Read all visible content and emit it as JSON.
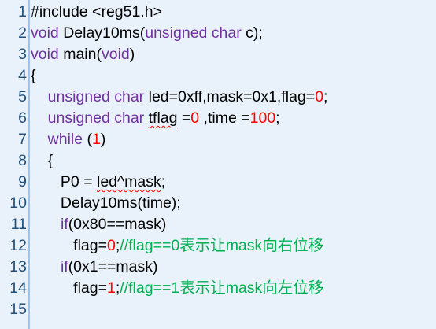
{
  "code": {
    "lines": [
      {
        "n": "1",
        "t": [
          {
            "c": "plain",
            "s": "#include <reg51.h>"
          }
        ]
      },
      {
        "n": "2",
        "t": [
          {
            "c": "kw",
            "s": "void"
          },
          {
            "c": "plain",
            "s": " Delay10ms("
          },
          {
            "c": "kw",
            "s": "unsigned char"
          },
          {
            "c": "plain",
            "s": " c);"
          }
        ]
      },
      {
        "n": "3",
        "t": [
          {
            "c": "kw",
            "s": "void"
          },
          {
            "c": "plain",
            "s": " main("
          },
          {
            "c": "kw",
            "s": "void"
          },
          {
            "c": "plain",
            "s": ")"
          }
        ]
      },
      {
        "n": "4",
        "t": [
          {
            "c": "plain",
            "s": "{"
          }
        ]
      },
      {
        "n": "5",
        "t": [
          {
            "c": "plain",
            "s": "    "
          },
          {
            "c": "kw",
            "s": "unsigned char"
          },
          {
            "c": "plain",
            "s": " led=0xff,mask=0x1,flag="
          },
          {
            "c": "num-lit",
            "s": "0"
          },
          {
            "c": "plain",
            "s": ";"
          }
        ]
      },
      {
        "n": "6",
        "t": [
          {
            "c": "plain",
            "s": "    "
          },
          {
            "c": "kw",
            "s": "unsigned char"
          },
          {
            "c": "plain",
            "s": " "
          },
          {
            "c": "squig",
            "s": "tflag"
          },
          {
            "c": "plain",
            "s": " ="
          },
          {
            "c": "num-lit",
            "s": "0"
          },
          {
            "c": "plain",
            "s": " ,time ="
          },
          {
            "c": "num-lit",
            "s": "100"
          },
          {
            "c": "plain",
            "s": ";"
          }
        ]
      },
      {
        "n": "7",
        "t": [
          {
            "c": "plain",
            "s": "    "
          },
          {
            "c": "kw",
            "s": "while"
          },
          {
            "c": "plain",
            "s": " ("
          },
          {
            "c": "num-lit",
            "s": "1"
          },
          {
            "c": "plain",
            "s": ")"
          }
        ]
      },
      {
        "n": "8",
        "t": [
          {
            "c": "plain",
            "s": "    {"
          }
        ]
      },
      {
        "n": "9",
        "t": [
          {
            "c": "plain",
            "s": "       P0 = "
          },
          {
            "c": "squig",
            "s": "led^mask"
          },
          {
            "c": "plain",
            "s": ";"
          }
        ]
      },
      {
        "n": "10",
        "t": [
          {
            "c": "plain",
            "s": "       Delay10ms(time);"
          }
        ]
      },
      {
        "n": "11",
        "t": [
          {
            "c": "plain",
            "s": "       "
          },
          {
            "c": "kw",
            "s": "if"
          },
          {
            "c": "plain",
            "s": "(0x80==mask)"
          }
        ]
      },
      {
        "n": "12",
        "t": [
          {
            "c": "plain",
            "s": "          flag="
          },
          {
            "c": "num-lit",
            "s": "0"
          },
          {
            "c": "plain",
            "s": ";"
          },
          {
            "c": "cmt",
            "s": "//flag==0表示让mask向右位移"
          }
        ]
      },
      {
        "n": "13",
        "t": [
          {
            "c": "plain",
            "s": "       "
          },
          {
            "c": "kw",
            "s": "if"
          },
          {
            "c": "plain",
            "s": "(0x1==mask)"
          }
        ]
      },
      {
        "n": "14",
        "t": [
          {
            "c": "plain",
            "s": "          flag="
          },
          {
            "c": "num-lit",
            "s": "1"
          },
          {
            "c": "plain",
            "s": ";"
          },
          {
            "c": "cmt",
            "s": "//flag==1表示让mask向左位移"
          }
        ]
      },
      {
        "n": "15",
        "t": [
          {
            "c": "plain",
            "s": ""
          }
        ]
      }
    ]
  },
  "colors": {
    "background": "#e9f2fa",
    "keyword": "#7030a0",
    "number": "#ff0000",
    "comment": "#00b050",
    "line_number": "#1f4e79"
  }
}
